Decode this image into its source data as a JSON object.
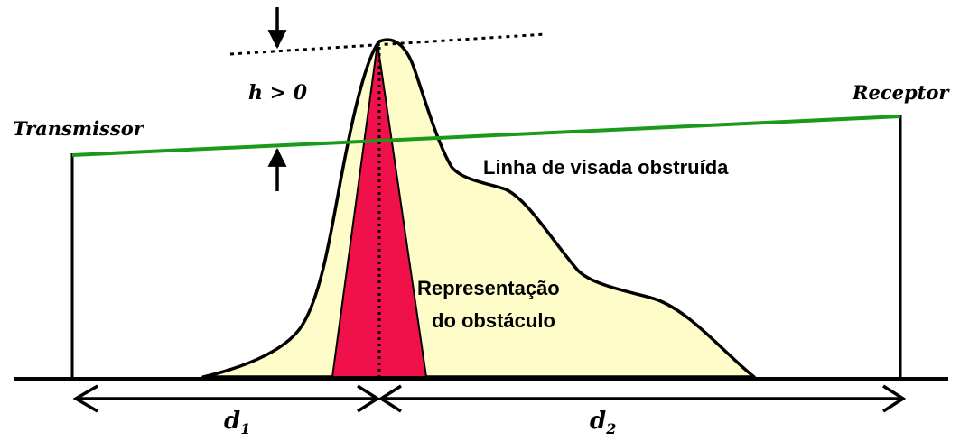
{
  "labels": {
    "transmitter": "Transmissor",
    "receiver": "Receptor",
    "clearance": "h > 0",
    "los_obstructed": "Linha de visada obstruída",
    "obstacle_line1": "Representação",
    "obstacle_line2": "do obstáculo",
    "d1_main": "d",
    "d1_sub": "1",
    "d2_main": "d",
    "d2_sub": "2"
  },
  "colors": {
    "terrain_fill": "#fefcc8",
    "obstacle_fill": "#f0104a",
    "line_of_sight": "#1a9a1a",
    "stroke": "#000000"
  }
}
